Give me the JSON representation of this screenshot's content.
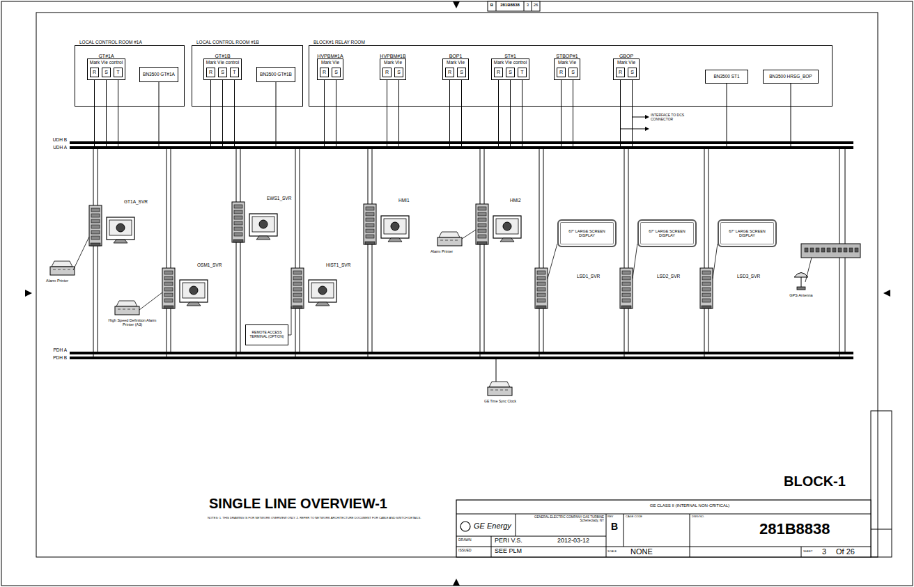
{
  "diagram": {
    "title": "SINGLE LINE OVERVIEW-1",
    "nodes": [
      {
        "text": [
          "LOCAL CONTROL ROOM #1A"
        ]
      },
      {
        "text": [
          "GT#1A",
          "Mark VIe control"
        ],
        "in": 0
      },
      {
        "text": [
          "R"
        ],
        "in": 1
      },
      {
        "text": [
          "S"
        ],
        "in": 1
      },
      {
        "text": [
          "T"
        ],
        "in": 1
      },
      {
        "text": [
          "BN3500 GT#1A"
        ],
        "in": 0
      },
      {
        "text": [
          "LOCAL CONTROL ROOM #1B"
        ]
      },
      {
        "text": [
          "GT#1B",
          "Mark VIe control"
        ],
        "in": 6
      },
      {
        "text": [
          "R"
        ],
        "in": 7
      },
      {
        "text": [
          "S"
        ],
        "in": 7
      },
      {
        "text": [
          "T"
        ],
        "in": 7
      },
      {
        "text": [
          "BN3500 GT#1B"
        ],
        "in": 6
      },
      {
        "text": [
          "BLOCK#1 RELAY ROOM"
        ]
      },
      {
        "text": [
          "HVPBM#1A",
          "Mark VIe"
        ],
        "in": 12
      },
      {
        "text": [
          "R"
        ],
        "in": 13
      },
      {
        "text": [
          "S"
        ],
        "in": 13
      },
      {
        "text": [
          "HVPBM#1B",
          "Mark VIe"
        ],
        "in": 12
      },
      {
        "text": [
          "R"
        ],
        "in": 16
      },
      {
        "text": [
          "S"
        ],
        "in": 16
      },
      {
        "text": [
          "BOP1",
          "Mark VIe"
        ],
        "in": 12
      },
      {
        "text": [
          "R"
        ],
        "in": 19
      },
      {
        "text": [
          "S"
        ],
        "in": 19
      },
      {
        "text": [
          "ST#1",
          "Mark VIe control"
        ],
        "in": 12
      },
      {
        "text": [
          "R"
        ],
        "in": 22
      },
      {
        "text": [
          "S"
        ],
        "in": 22
      },
      {
        "text": [
          "T"
        ],
        "in": 22
      },
      {
        "text": [
          "STBOP#1",
          "Mark VIe"
        ],
        "in": 12
      },
      {
        "text": [
          "R"
        ],
        "in": 26
      },
      {
        "text": [
          "S"
        ],
        "in": 26
      },
      {
        "text": [
          "GBOP",
          "Mark VIe"
        ],
        "in": 12
      },
      {
        "text": [
          "R"
        ],
        "in": 29
      },
      {
        "text": [
          "S"
        ],
        "in": 29
      },
      {
        "text": [
          "BN3500 ST1"
        ],
        "in": 12
      },
      {
        "text": [
          "BN3500 HRSG_BOP"
        ],
        "in": 12
      },
      {
        "text": [
          "UDH B"
        ]
      },
      {
        "text": [
          "UDH A"
        ]
      },
      {
        "text": [
          "PDH A"
        ]
      },
      {
        "text": [
          "PDH B"
        ]
      },
      {
        "text": [
          "67\" LARGE SCREEN DISPLAY"
        ]
      },
      {
        "text": [
          "67\" LARGE SCREEN DISPLAY"
        ]
      },
      {
        "text": [
          "67\" LARGE SCREEN DISPLAY"
        ]
      },
      {
        "text": [
          "REMOTE ACCESS TERMINAL (OPTION)"
        ]
      }
    ],
    "edges": [
      {
        "from": 2,
        "to": 35,
        "arrow": "none"
      },
      {
        "from": 3,
        "to": 35,
        "arrow": "none"
      },
      {
        "from": 4,
        "to": 35,
        "arrow": "none"
      },
      {
        "from": 5,
        "to": 35,
        "arrow": "none"
      },
      {
        "from": 8,
        "to": 35,
        "arrow": "none"
      },
      {
        "from": 9,
        "to": 35,
        "arrow": "none"
      },
      {
        "from": 10,
        "to": 35,
        "arrow": "none"
      },
      {
        "from": 11,
        "to": 35,
        "arrow": "none"
      },
      {
        "from": 14,
        "to": 35,
        "arrow": "none"
      },
      {
        "from": 15,
        "to": 35,
        "arrow": "none"
      },
      {
        "from": 17,
        "to": 35,
        "arrow": "none"
      },
      {
        "from": 18,
        "to": 35,
        "arrow": "none"
      },
      {
        "from": 20,
        "to": 35,
        "arrow": "none"
      },
      {
        "from": 21,
        "to": 35,
        "arrow": "none"
      },
      {
        "from": 23,
        "to": 35,
        "arrow": "none"
      },
      {
        "from": 24,
        "to": 35,
        "arrow": "none"
      },
      {
        "from": 25,
        "to": 35,
        "arrow": "none"
      },
      {
        "from": 27,
        "to": 35,
        "arrow": "none"
      },
      {
        "from": 28,
        "to": 35,
        "arrow": "none"
      },
      {
        "from": 30,
        "to": 35,
        "arrow": "none"
      },
      {
        "from": 31,
        "to": 35,
        "arrow": "none"
      },
      {
        "from": 32,
        "to": 35,
        "arrow": "none"
      },
      {
        "from": 33,
        "to": 35,
        "arrow": "none"
      }
    ],
    "labels": [
      "B",
      "281B8838",
      "3",
      "26",
      "INTERFACE TO DCS CONNECTOR",
      "GT1A_SVR",
      "Alarm Printer",
      "OSM1_SVR",
      "High Speed Definition Alarm Printer (A3)",
      "EWS1_SVR",
      "HIST1_SVR",
      "HMI1",
      "HMI2",
      "Alarm Printer",
      "LSD1_SVR",
      "LSD2_SVR",
      "LSD3_SVR",
      "GPS Antenna",
      "GE Time Sync Clock",
      "BLOCK-1",
      "NOTES: 1. THIS DRAWING IS FOR NETWORK OVERVIEW ONLY. 2. REFER TO NETWORK ARCHITECTURE DOCUMENT FOR CABLE AND SWITCH DETAILS.",
      "GE CLASS II (INTERNAL NON-CRITICAL)",
      "GE Energy",
      "GENERAL ELECTRIC COMPANY GAS TURBINE Schenectady, NY",
      "REV",
      "B",
      "CAGE CODE",
      "DWG NO.",
      "281B8838",
      "DRAWN",
      "PERI V.S.",
      "2012-03-12",
      "ISSUED",
      "SEE PLM",
      "SCALE",
      "NONE",
      "SHEET",
      "3",
      "Of 26"
    ]
  }
}
